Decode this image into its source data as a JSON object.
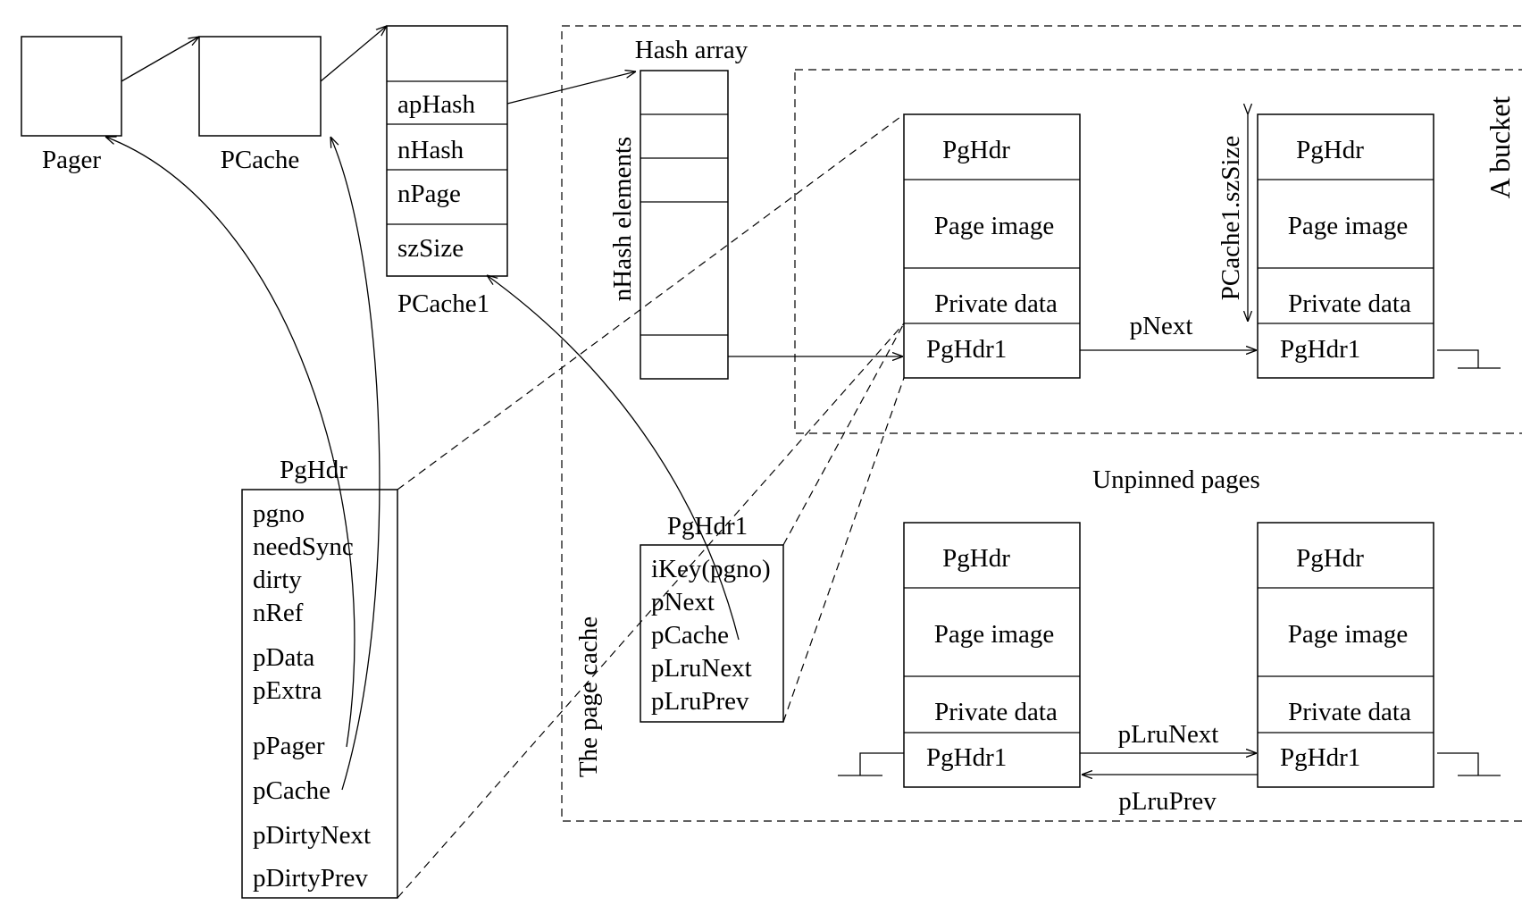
{
  "pager_label": "Pager",
  "pcache_label": "PCache",
  "pcache1": {
    "fields": [
      "apHash",
      "nHash",
      "nPage",
      "szSize"
    ],
    "label": "PCache1"
  },
  "hash_array": {
    "title": "Hash array",
    "side_label": "nHash elements"
  },
  "page_cache_label": "The page cache",
  "bucket_label": "A bucket",
  "unpinned_label": "Unpinned pages",
  "page_block": {
    "pghdr": "PgHdr",
    "page_image": "Page image",
    "private_data": "Private data",
    "pghdr1": "PgHdr1"
  },
  "szsize_label": "PCache1.szSize",
  "arrows": {
    "pnext": "pNext",
    "plrunext": "pLruNext",
    "plruprev": "pLruPrev"
  },
  "pghdr_struct": {
    "title": "PgHdr",
    "fields": [
      "pgno",
      "needSync",
      "dirty",
      "nRef",
      "pData",
      "pExtra",
      "pPager",
      "pCache",
      "pDirtyNext",
      "pDirtyPrev"
    ]
  },
  "pghdr1_struct": {
    "title": "PgHdr1",
    "fields": [
      "iKey(pgno)",
      "pNext",
      "pCache",
      "pLruNext",
      "pLruPrev"
    ]
  }
}
